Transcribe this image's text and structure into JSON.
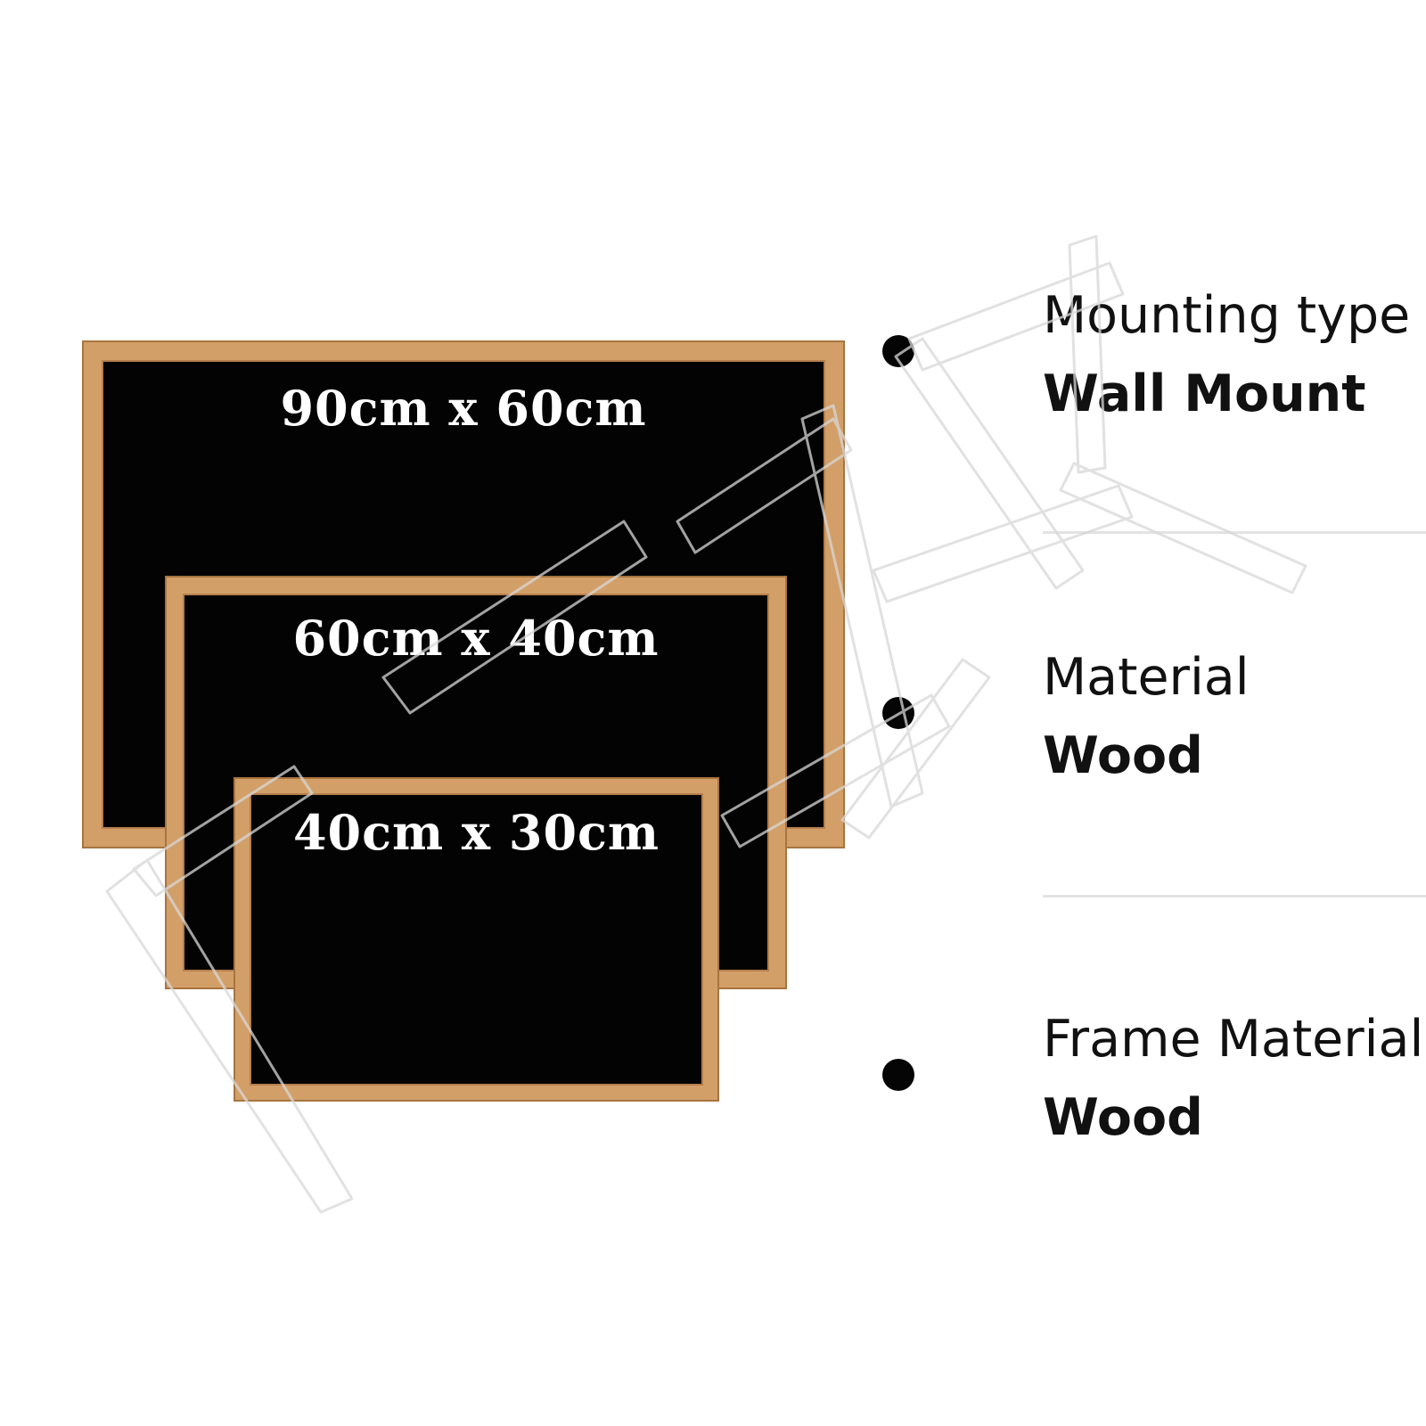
{
  "boards": [
    {
      "size_label": "90cm x 60cm"
    },
    {
      "size_label": "60cm x 40cm"
    },
    {
      "size_label": "40cm x 30cm"
    }
  ],
  "specs": [
    {
      "label": "Mounting type",
      "value": "Wall Mount"
    },
    {
      "label": "Material",
      "value": "Wood"
    },
    {
      "label": "Frame Material",
      "value": "Wood"
    }
  ],
  "colors": {
    "frame": "#d39f68",
    "board": "#030303",
    "text": "#111111",
    "divider": "#e3e3e3"
  }
}
